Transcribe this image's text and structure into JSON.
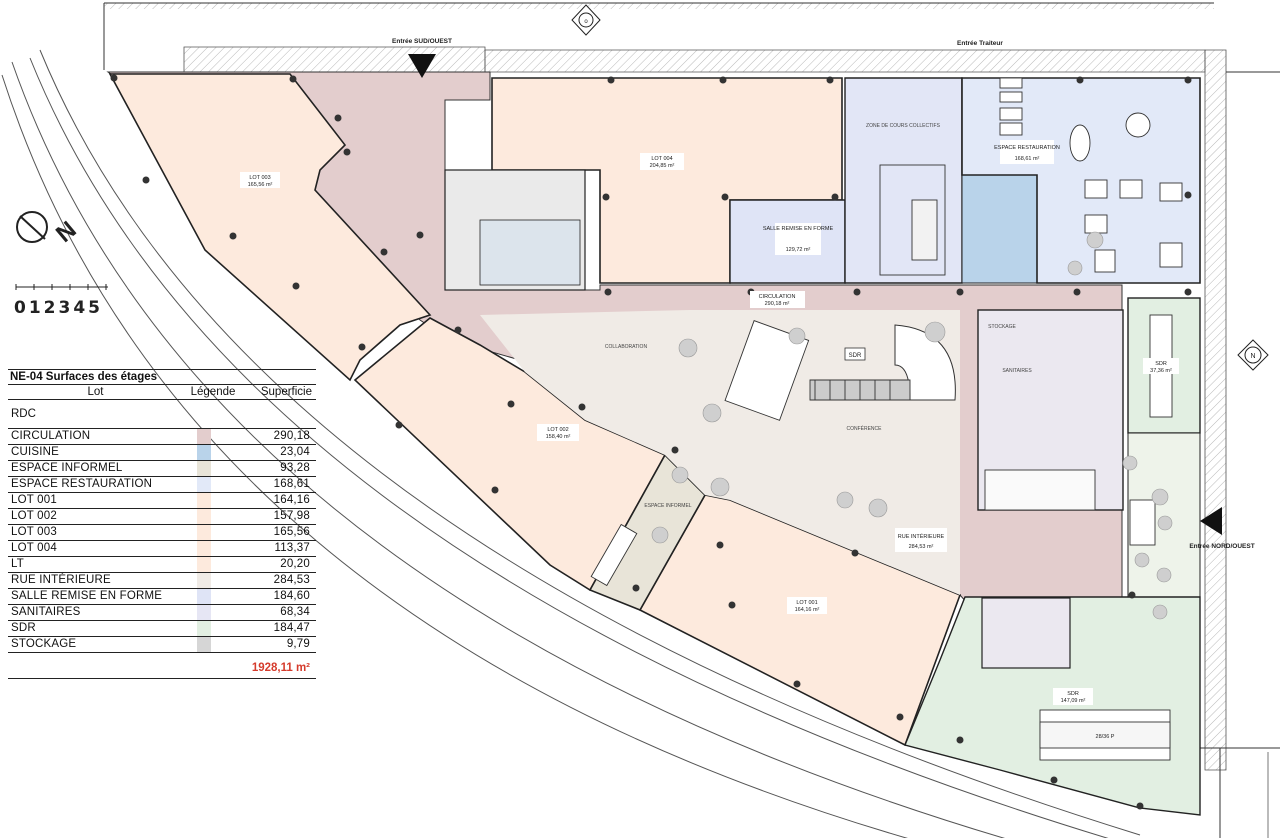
{
  "plan": {
    "entrances": {
      "sud_ouest": "Entrée SUD/OUEST",
      "traiteur": "Entrée Traiteur",
      "nord_ouest": "Entrée NORD/OUEST"
    },
    "north_badge": "N",
    "rooms": {
      "lot003": {
        "name": "LOT 003",
        "area": "165,56 m²"
      },
      "lot004": {
        "name": "LOT 004",
        "area": "204,85 m²"
      },
      "salle": {
        "name": "SALLE REMISE EN FORME",
        "area": "129,72 m²"
      },
      "restauration": {
        "name": "ESPACE RESTAURATION",
        "area": "168,61 m²"
      },
      "circulation": {
        "name": "CIRCULATION",
        "area": "290,18 m²"
      },
      "lot002": {
        "name": "LOT 002",
        "area": "158,40 m²"
      },
      "lot001": {
        "name": "LOT 001",
        "area": "164,16 m²"
      },
      "rue": {
        "name": "RUE INTÉRIEURE",
        "area": "284,53 m²"
      },
      "sdr_small": {
        "name": "SDR",
        "area": "37,36 m²"
      },
      "sdr_large": {
        "name": "SDR",
        "area": "147,09 m²"
      },
      "seats": "28/36 P",
      "collaboration": "COLLABORATION",
      "conference": "CONFÉRENCE",
      "sdr_tag": "SDR",
      "espace_informel": "ESPACE INFORMEL",
      "zone_cours": "ZONE DE COURS COLLECTIFS",
      "sanitaires": "SANITAIRES",
      "stockage": "STOCKAGE"
    }
  },
  "scale_bar": {
    "numbers": "012345"
  },
  "legend": {
    "title": "NE-04 Surfaces des étages",
    "col_lot": "Lot",
    "col_legend": "Légende",
    "col_area": "Superficie",
    "group": "RDC",
    "rows": [
      {
        "name": "CIRCULATION",
        "value": "290,18",
        "color": "#e3cdcd"
      },
      {
        "name": "CUISINE",
        "value": "23,04",
        "color": "#b9d3ea"
      },
      {
        "name": "ESPACE INFORMEL",
        "value": "93,28",
        "color": "#e8e4d8"
      },
      {
        "name": "ESPACE RESTAURATION",
        "value": "168,61",
        "color": "#e2e9f8"
      },
      {
        "name": "LOT 001",
        "value": "164,16",
        "color": "#fdeadd"
      },
      {
        "name": "LOT 002",
        "value": "157,98",
        "color": "#fdeadd"
      },
      {
        "name": "LOT 003",
        "value": "165,56",
        "color": "#fdeadd"
      },
      {
        "name": "LOT 004",
        "value": "113,37",
        "color": "#fdeadd"
      },
      {
        "name": "LT",
        "value": "20,20",
        "color": "#fdeadd"
      },
      {
        "name": "RUE INTÉRIEURE",
        "value": "284,53",
        "color": "#f0ebe6"
      },
      {
        "name": "SALLE REMISE EN FORME",
        "value": "184,60",
        "color": "#dfe4f6"
      },
      {
        "name": "SANITAIRES",
        "value": "68,34",
        "color": "#e6e6f4"
      },
      {
        "name": "SDR",
        "value": "184,47",
        "color": "#e2efe2"
      },
      {
        "name": "STOCKAGE",
        "value": "9,79",
        "color": "#d6d6d6"
      }
    ],
    "total": "1928,11 m²"
  }
}
